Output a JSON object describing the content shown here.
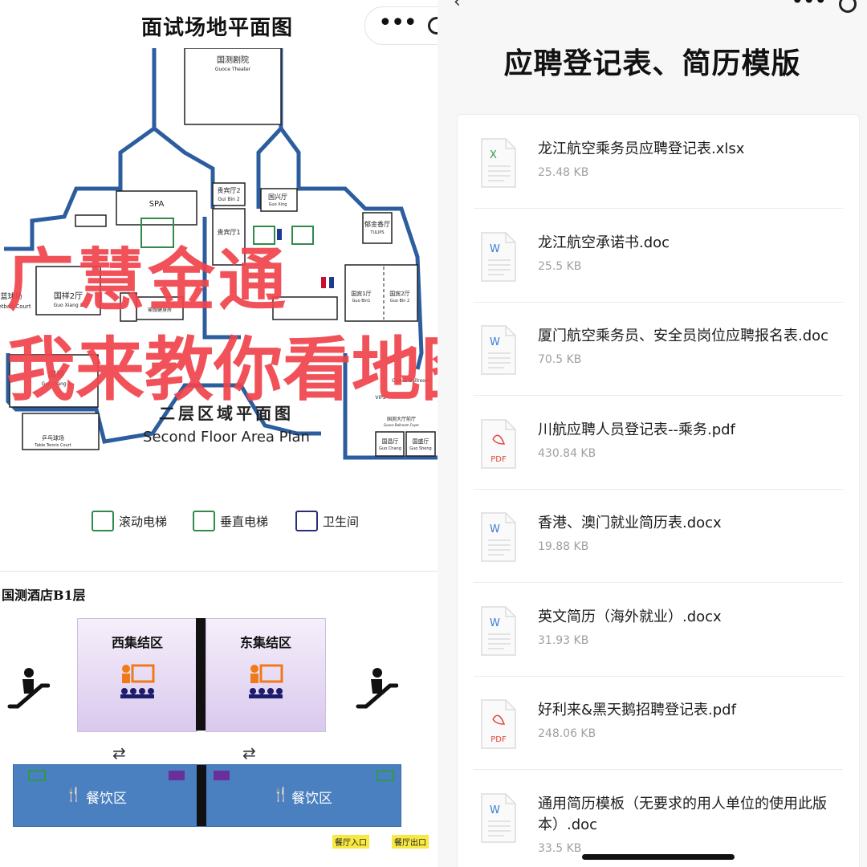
{
  "left": {
    "title": "面试场地平面图",
    "floorplan": {
      "rooms": {
        "theater_cn": "国测剧院",
        "theater_en": "Guoce Theater",
        "spa": "SPA",
        "guibin2_cn": "贵宾厅2",
        "guibin2_en": "Gui Bin 2",
        "guibin1_cn": "贵宾厅1",
        "guoxing_cn": "国兴厅",
        "guoxing_en": "Guo Xing",
        "yujin_cn": "郁金香厅",
        "yujin_en": "TULIPS",
        "guoxiang2_cn": "国祥2厅",
        "guoxiang2_en": "Guo Xiang 2",
        "guoxiang1_cn": "国祥",
        "guoxiang1_en": "Guo Xiang 1",
        "basketball_cn": "蓝球场",
        "basketball_en": "etball Court",
        "pingpong_cn": "乒乓球场",
        "pingpong_en": "Table Tennis Court",
        "guobin1_cn": "国宾1厅",
        "guobin1_en": "Guo Bin1",
        "guobin2_cn": "国宾2厅",
        "guobin2_en": "Guo Bin 2",
        "ballroom_en": "Guoce Ballroom",
        "foyer_cn": "国测大厅前厅",
        "foyer_en": "Guoce Ballroom Foyer",
        "guochang_cn": "国昌厅",
        "guochang_en": "Guo Chang",
        "guosheng_cn": "国盛厅",
        "guosheng_en": "Guo Sheng",
        "vip2": "VIP2",
        "gym_cn": "瑜伽健身房"
      },
      "plan_title_cn": "二层区域平面图",
      "plan_title_en": "Second Floor Area Plan"
    },
    "overlay_line1": "广慧金通",
    "overlay_line2": "我来教你看地图",
    "legend": {
      "escalator": "滚动电梯",
      "elevator": "垂直电梯",
      "toilet": "卫生间"
    },
    "b1": {
      "title": "国测酒店B1层",
      "west_zone": "西集结区",
      "east_zone": "东集结区",
      "dining_left": "餐饮区",
      "dining_right": "餐饮区",
      "entrance": "餐厅入口",
      "exit": "餐厅出口"
    }
  },
  "right": {
    "title": "应聘登记表、简历模版",
    "files": [
      {
        "name": "龙江航空乘务员应聘登记表.xlsx",
        "size": "25.48 KB",
        "type": "xlsx",
        "icon_letter": "X"
      },
      {
        "name": "龙江航空承诺书.doc",
        "size": "25.5 KB",
        "type": "doc",
        "icon_letter": "W"
      },
      {
        "name": "厦门航空乘务员、安全员岗位应聘报名表.doc",
        "size": "70.5 KB",
        "type": "doc",
        "icon_letter": "W"
      },
      {
        "name": "川航应聘人员登记表--乘务.pdf",
        "size": "430.84 KB",
        "type": "pdf",
        "icon_letter": "PDF"
      },
      {
        "name": "香港、澳门就业简历表.docx",
        "size": "19.88 KB",
        "type": "doc",
        "icon_letter": "W"
      },
      {
        "name": "英文简历（海外就业）.docx",
        "size": "31.93 KB",
        "type": "doc",
        "icon_letter": "W"
      },
      {
        "name": "好利来&黑天鹅招聘登记表.pdf",
        "size": "248.06 KB",
        "type": "pdf",
        "icon_letter": "PDF"
      },
      {
        "name": "通用简历模板（无要求的用人单位的使用此版本）.doc",
        "size": "33.5 KB",
        "type": "doc",
        "icon_letter": "W"
      }
    ],
    "colors": {
      "xlsx": "#2e9b4e",
      "doc": "#3d7bd6",
      "pdf": "#e3453a"
    }
  },
  "colors": {
    "overlay": "#f0444c",
    "map_wall": "#2c5d9e",
    "dining": "#4a7fc0",
    "legend_green": "#2f8a4c"
  }
}
